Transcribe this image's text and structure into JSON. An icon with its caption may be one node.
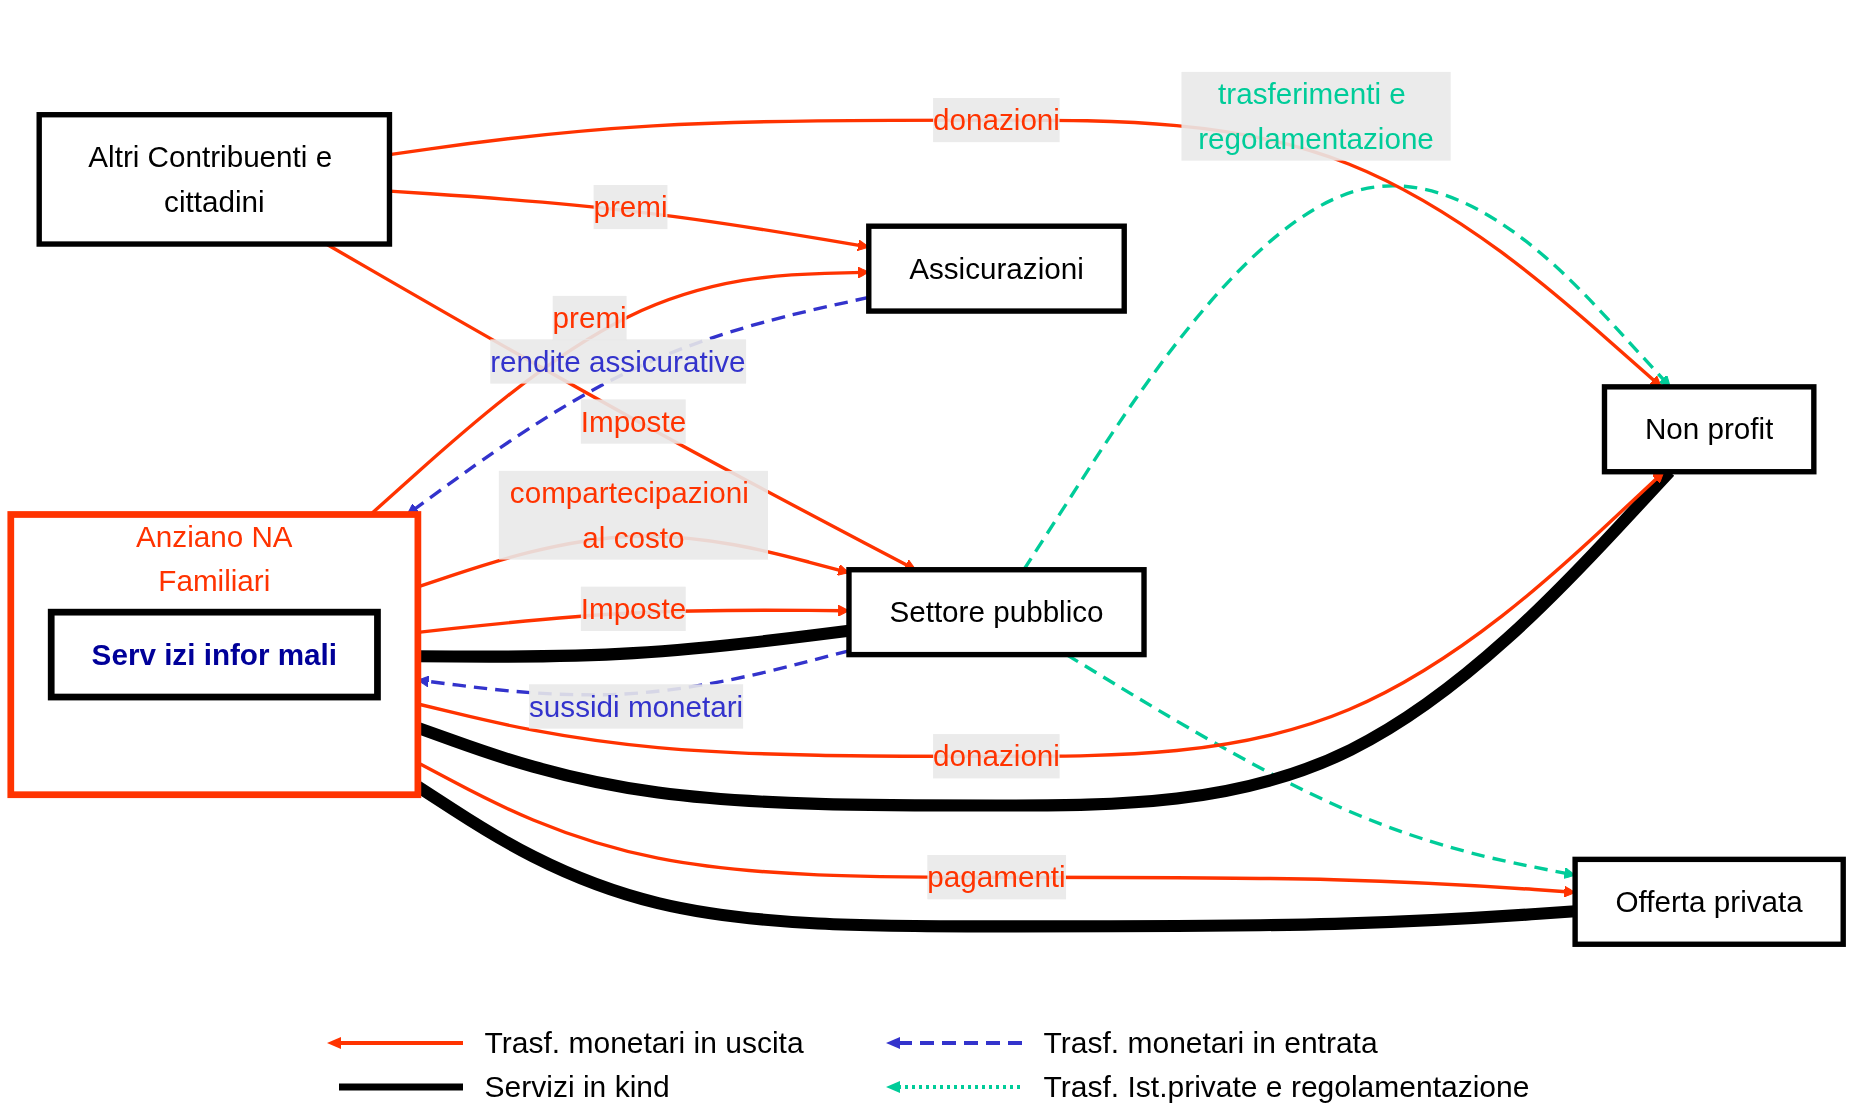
{
  "diagram": {
    "nodes": [
      {
        "text": [
          "Anziano NA",
          "Familiari"
        ]
      },
      {
        "text": [
          "Serv izi infor mali"
        ],
        "in": 0
      },
      {
        "text": [
          "Settore pubblico"
        ]
      },
      {
        "text": [
          "Altri Contribuenti e cittadini"
        ]
      },
      {
        "text": [
          "Non profit"
        ]
      },
      {
        "text": [
          "Offerta privata"
        ]
      },
      {
        "text": [
          "Assicurazioni"
        ]
      }
    ],
    "edges": [
      {
        "from": 2,
        "to": 0,
        "arrow": "none",
        "style": "thick",
        "color": "#000000"
      },
      {
        "from": 2,
        "to": 0,
        "arrow": "to",
        "style": "dashed",
        "color": "#3333cc",
        "label": "sussidi monetari"
      },
      {
        "from": 0,
        "to": 2,
        "arrow": "to",
        "label": "compartecipazioni al costo"
      },
      {
        "from": 0,
        "to": 2,
        "arrow": "to",
        "label": "Imposte"
      },
      {
        "from": 4,
        "to": 0,
        "arrow": "none",
        "style": "thick",
        "color": "#000000"
      },
      {
        "from": 0,
        "to": 4,
        "arrow": "to",
        "label": "donazioni"
      },
      {
        "from": 5,
        "to": 0,
        "arrow": "none",
        "style": "thick",
        "color": "#000000"
      },
      {
        "from": 0,
        "to": 5,
        "arrow": "to",
        "label": "pagamenti"
      },
      {
        "from": 6,
        "to": 0,
        "arrow": "to",
        "style": "dashed",
        "color": "#3333cc",
        "label": "rendite assicurative"
      },
      {
        "from": 0,
        "to": 6,
        "arrow": "to",
        "label": "premi"
      },
      {
        "from": 2,
        "to": 4,
        "arrow": "to",
        "style": "dashed",
        "color": "#00cc99",
        "label": "trasferimenti e regolamentazione"
      },
      {
        "from": 2,
        "to": 5,
        "arrow": "to",
        "style": "dashed",
        "color": "#00cc99"
      },
      {
        "from": 3,
        "to": 2,
        "arrow": "to",
        "label": "Imposte"
      },
      {
        "from": 3,
        "to": 4,
        "arrow": "to",
        "label": "donazioni"
      },
      {
        "from": 3,
        "to": 6,
        "arrow": "to",
        "label": "premi"
      }
    ],
    "legend": [
      {
        "text": "Trasf. monetari in uscita"
      },
      {
        "text": "Trasf. monetari in entrata"
      },
      {
        "text": "Servizi in kind"
      },
      {
        "text": "Trasf. Ist.private e regolamentazione"
      }
    ]
  }
}
